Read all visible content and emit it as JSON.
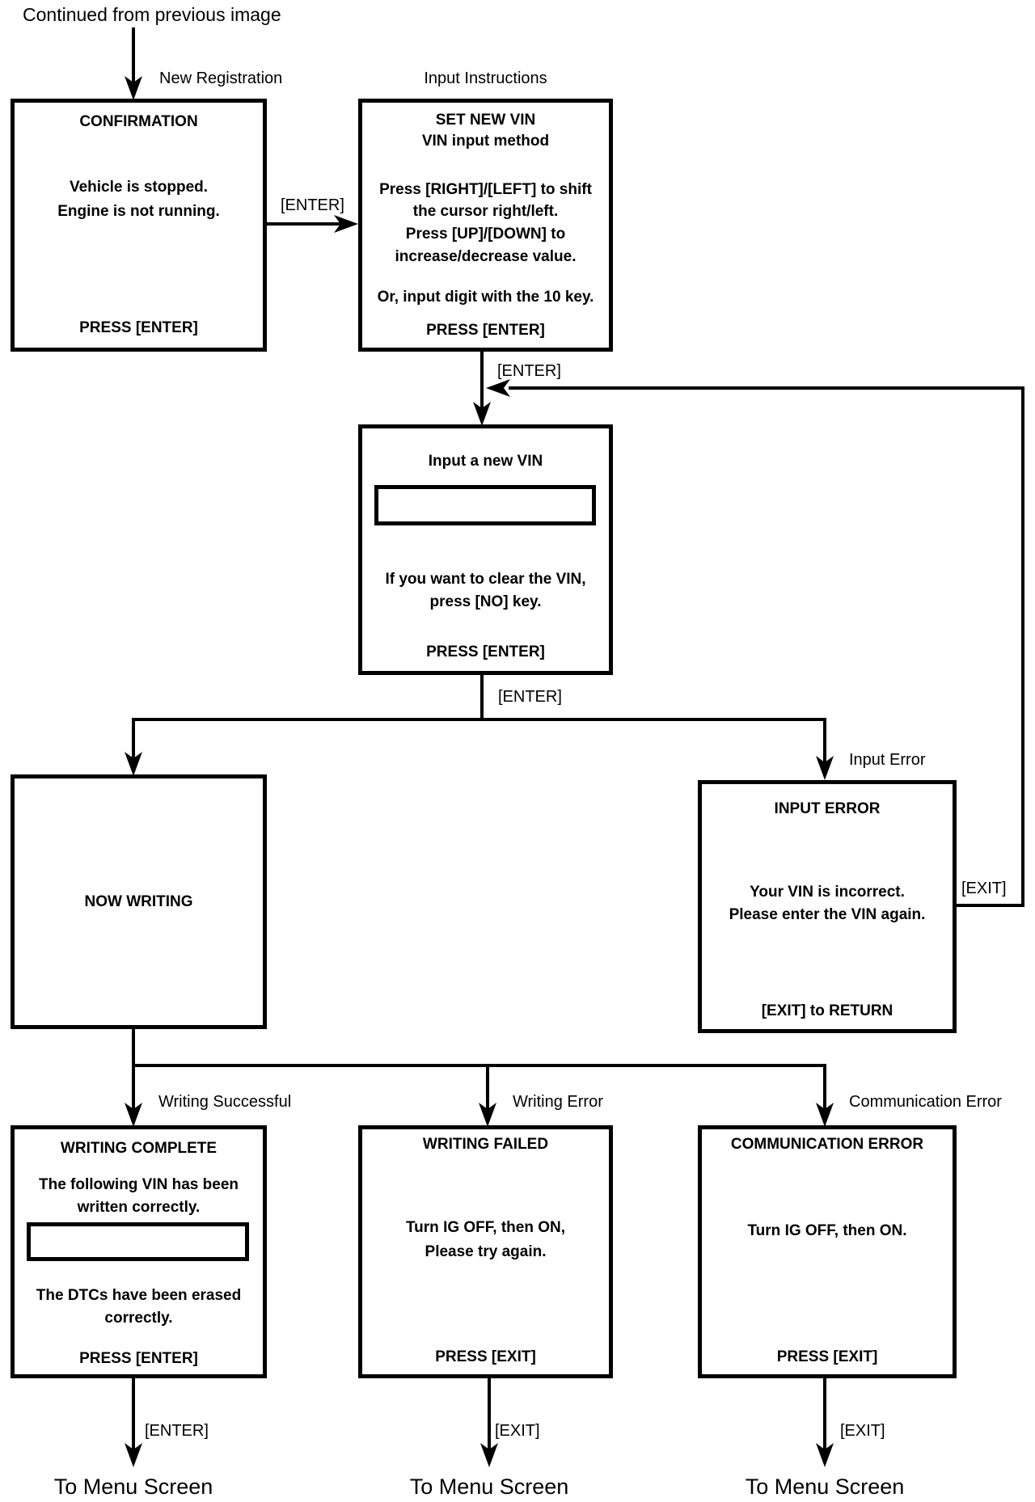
{
  "labels": {
    "continued": "Continued from previous image",
    "new_registration": "New Registration",
    "input_instructions": "Input Instructions",
    "enter": "[ENTER]",
    "exit": "[EXIT]",
    "input_error": "Input Error",
    "writing_successful": "Writing Successful",
    "writing_error": "Writing Error",
    "communication_error": "Communication Error",
    "to_menu": "To Menu Screen"
  },
  "nodes": {
    "confirmation": {
      "title": "CONFIRMATION",
      "line1": "Vehicle is stopped.",
      "line2": "Engine is not running.",
      "footer": "PRESS [ENTER]"
    },
    "set_new_vin": {
      "line1": "SET NEW VIN",
      "line2": "VIN input method",
      "line3": "Press [RIGHT]/[LEFT] to shift",
      "line4": "the cursor right/left.",
      "line5": "Press [UP]/[DOWN] to",
      "line6": "increase/decrease value.",
      "line7": "Or, input digit with the 10 key.",
      "footer": "PRESS [ENTER]"
    },
    "input_vin": {
      "title": "Input a new VIN",
      "vin_field_value": "",
      "line1": "If you want to clear the VIN,",
      "line2": "press [NO] key.",
      "footer": "PRESS [ENTER]"
    },
    "now_writing": {
      "title": "NOW WRITING"
    },
    "input_error": {
      "title": "INPUT ERROR",
      "line1": "Your VIN is incorrect.",
      "line2": "Please enter the VIN again.",
      "footer": "[EXIT] to RETURN"
    },
    "writing_complete": {
      "title": "WRITING COMPLETE",
      "line1": "The following VIN has been",
      "line2": "written correctly.",
      "vin_field_value": "",
      "line3": "The DTCs have been erased",
      "line4": "correctly.",
      "footer": "PRESS [ENTER]"
    },
    "writing_failed": {
      "title": "WRITING FAILED",
      "line1": "Turn IG OFF, then ON,",
      "line2": "Please try again.",
      "footer": "PRESS [EXIT]"
    },
    "communication_error": {
      "title": "COMMUNICATION ERROR",
      "line1": "Turn IG OFF, then ON.",
      "footer": "PRESS [EXIT]"
    }
  },
  "colors": {
    "line": "#000000",
    "background": "#ffffff"
  }
}
